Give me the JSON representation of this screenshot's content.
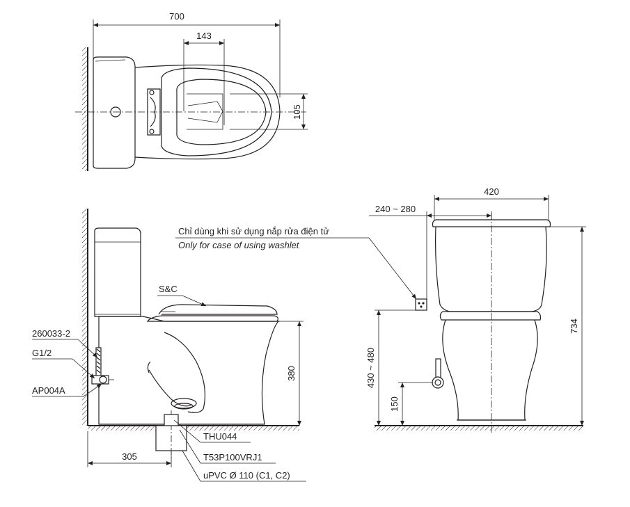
{
  "dimensions": {
    "overall_length": "700",
    "seat_opening_length": "143",
    "seat_opening_width": "105",
    "overall_width": "420",
    "washlet_outlet_offset": "240 ~ 280",
    "overall_height": "734",
    "seat_height": "380",
    "washlet_outlet_height": "430 ~ 480",
    "supply_height": "150",
    "rough_in": "305"
  },
  "labels": {
    "seat_cover": "S&C",
    "supply_hose": "260033-2",
    "thread": "G1/2",
    "stop_valve": "AP004A",
    "flange": "THU044",
    "fixing": "T53P100VRJ1",
    "drain_pipe": "uPVC Ø 110 (C1, C2)"
  },
  "note": {
    "vi": "Chỉ dùng khi sử dụng nắp rửa điện tử",
    "en": "Only for case of using washlet"
  }
}
